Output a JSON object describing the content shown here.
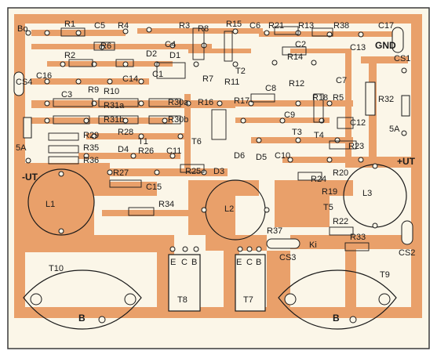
{
  "colors": {
    "page": "#ffffff",
    "board": "#fbf6e8",
    "copper": "#e9a06a",
    "silk": "#1a1a1a",
    "frame": "#3a3a3a"
  },
  "labels": {
    "bo": "Bo",
    "r1": "R1",
    "c5": "C5",
    "r4": "R4",
    "r3": "R3",
    "r8": "R8",
    "r15": "R15",
    "c6": "C6",
    "r21": "R21",
    "r13": "R13",
    "r38": "R38",
    "c17": "C17",
    "r6": "R6",
    "d2": "D2",
    "c4": "C4",
    "d1": "D1",
    "c2": "C2",
    "c13": "C13",
    "gnd": "GND",
    "c16": "C16",
    "r2": "R2",
    "t2": "T2",
    "r14": "R14",
    "cs1": "CS1",
    "cs4": "CS4",
    "c14": "C14",
    "c1": "C1",
    "c3": "C3",
    "r9": "R9",
    "r10": "R10",
    "r7": "R7",
    "r11": "R11",
    "c8": "C8",
    "r12": "R12",
    "c7": "C7",
    "r31a": "R31a",
    "r30a": "R30a",
    "r16": "R16",
    "r17": "R17",
    "r18": "R18",
    "r5": "R5",
    "r32": "R32",
    "r31b": "R31b",
    "r30b": "R30b",
    "c9": "C9",
    "c12": "C12",
    "fuse_left": "5A",
    "r28": "R28",
    "t1": "T1",
    "t6": "T6",
    "t3": "T3",
    "t4": "T4",
    "fuse_right": "5A",
    "r29": "R29",
    "c11": "C11",
    "r23": "R23",
    "r35": "R35",
    "d4": "D4",
    "r26": "R26",
    "d6": "D6",
    "d5": "D5",
    "c10": "C10",
    "r36": "R36",
    "r27": "R27",
    "r25": "R25",
    "d3": "D3",
    "r20": "R20",
    "plus_ut": "+UT",
    "minus_ut": "-UT",
    "r24": "R24",
    "c15": "C15",
    "r19": "R19",
    "l1": "L1",
    "r34": "R34",
    "l2": "L2",
    "t5": "T5",
    "l3": "L3",
    "r22": "R22",
    "r37": "R37",
    "r33": "R33",
    "ki": "Ki",
    "cs3": "CS3",
    "cs2": "CS2",
    "t10": "T10",
    "t9": "T9",
    "t8": "T8",
    "t7": "T7",
    "b_left": "B",
    "b_right": "B",
    "pin_e1": "E",
    "pin_c1": "C",
    "pin_b1": "B",
    "pin_e2": "E",
    "pin_c2": "C",
    "pin_b2": "B"
  }
}
